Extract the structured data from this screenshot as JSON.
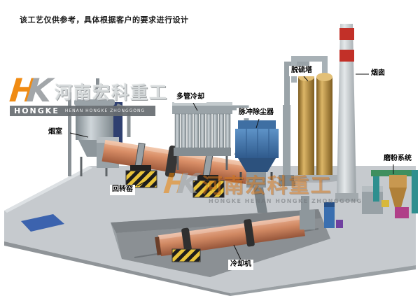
{
  "disclaimer": "该工艺仅供参考，具体根据客户的要求进行设计",
  "logo": {
    "monogram_h": "H",
    "monogram_k": "K",
    "company_cn": "河南宏科重工",
    "banner_main": "HONGKE",
    "banner_sub": "HENAN HONGKE ZHONGGONG"
  },
  "watermark": {
    "monogram_h": "H",
    "monogram_k": "K",
    "text_cn": "河南宏科重工",
    "text_en": "HONGKE HENAN HONGKE ZHONGGONG"
  },
  "equipment": [
    {
      "id": "smoke-chamber",
      "label": "烟室"
    },
    {
      "id": "multi-tube-cooler",
      "label": "多管冷却"
    },
    {
      "id": "pulse-dust-collector",
      "label": "脉冲除尘器"
    },
    {
      "id": "desulfurization-tower",
      "label": "脱硫塔"
    },
    {
      "id": "chimney",
      "label": "烟囱"
    },
    {
      "id": "grinding-system",
      "label": "磨粉系统"
    },
    {
      "id": "rotary-kiln",
      "label": "回转窑"
    },
    {
      "id": "cooling-machine",
      "label": "冷却机"
    }
  ],
  "colors": {
    "kiln_salmon": "#d88d66",
    "collector_blue": "#4a7fb5",
    "tower_tan": "#dcb667",
    "chimney_red": "#c23028",
    "hazard_yellow": "#e9c43b",
    "brand_orange": "#ef8200",
    "steel_gray": "#9aa3a8"
  }
}
